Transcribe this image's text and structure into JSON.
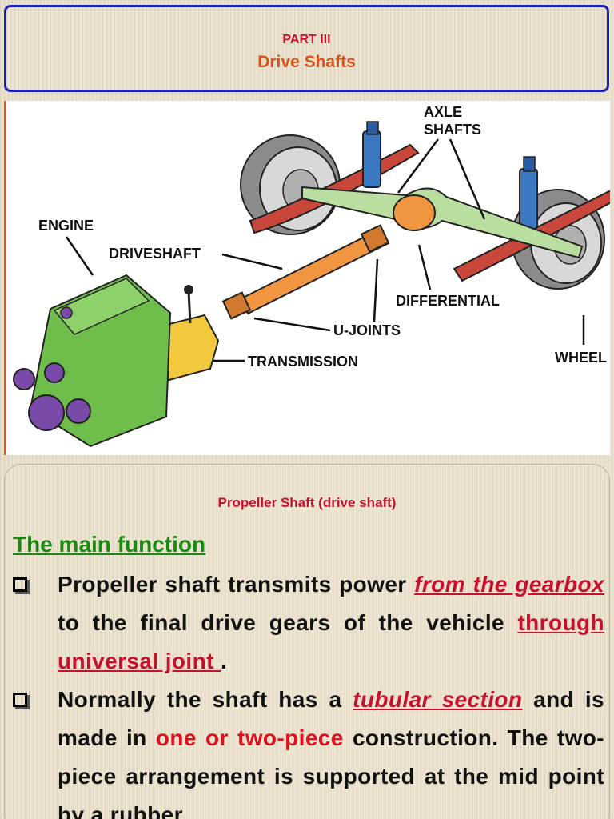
{
  "header": {
    "part": "PART III",
    "title": "Drive Shafts"
  },
  "diagram": {
    "labels": {
      "axle_line1": "AXLE",
      "axle_line2": "SHAFTS",
      "engine": "ENGINE",
      "driveshaft": "DRIVESHAFT",
      "differential": "DIFFERENTIAL",
      "ujoints": "U-JOINTS",
      "transmission": "TRANSMISSION",
      "wheel": "WHEEL"
    }
  },
  "content": {
    "subheading": "Propeller Shaft (drive shaft)",
    "main_function": "The main function",
    "bullet1": {
      "part1": "Propeller shaft transmits power ",
      "em1": "from the gearbox",
      "part2": " to the final drive gears of the vehicle ",
      "em2": "through universal joint ",
      "part3": "."
    },
    "bullet2": {
      "part1": "Normally the shaft has a ",
      "em1": "tubular section",
      "part2": " and is made in ",
      "red1": "one or two-piece",
      "part3": " construction. The two-piece arrangement is supported at the mid point by a rubber"
    }
  },
  "colors": {
    "title_border": "#1a22b8",
    "red": "#c8102e",
    "green": "#1a8a12",
    "orange": "#d9521a"
  }
}
